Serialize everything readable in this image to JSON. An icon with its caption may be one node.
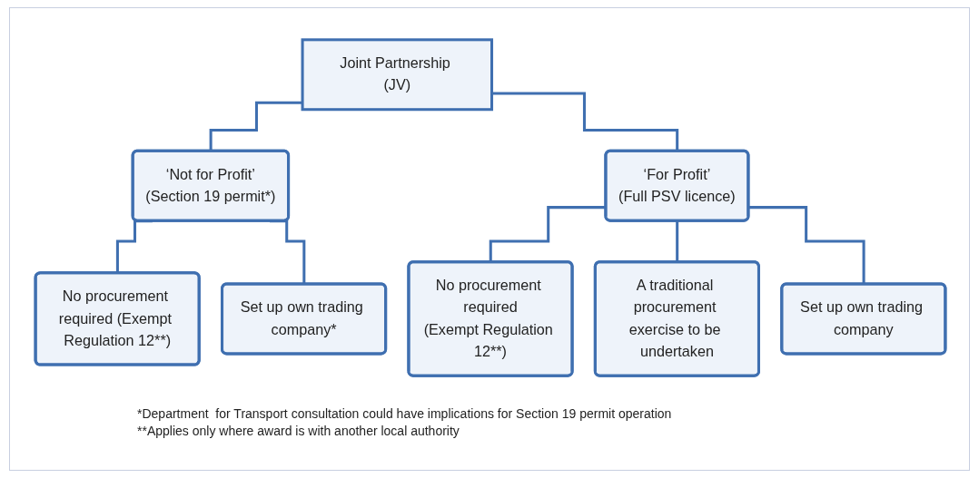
{
  "diagram": {
    "nodes": [
      {
        "text": [
          "Joint Partnership (JV)"
        ]
      },
      {
        "text": [
          "‘Not for Profit’",
          "(Section 19 permit*)"
        ]
      },
      {
        "text": [
          "‘For Profit’",
          "(Full PSV licence)"
        ]
      },
      {
        "text": [
          "No procurement required (Exempt Regulation 12**)"
        ]
      },
      {
        "text": [
          "Set up own trading company*"
        ]
      },
      {
        "text": [
          "No procurement required",
          "(Exempt Regulation 12**)"
        ]
      },
      {
        "text": [
          "A traditional procurement exercise to be undertaken"
        ]
      },
      {
        "text": [
          "Set up own trading company"
        ]
      }
    ],
    "edges": [
      {
        "from": 0,
        "to": 1,
        "arrow": "none"
      },
      {
        "from": 0,
        "to": 2,
        "arrow": "none"
      },
      {
        "from": 1,
        "to": 3,
        "arrow": "none"
      },
      {
        "from": 1,
        "to": 4,
        "arrow": "none"
      },
      {
        "from": 2,
        "to": 5,
        "arrow": "none"
      },
      {
        "from": 2,
        "to": 6,
        "arrow": "none"
      },
      {
        "from": 2,
        "to": 7,
        "arrow": "none"
      }
    ],
    "labels": [
      "*Department  for Transport consultation could have implications for Section 19 permit operation",
      "**Applies only where award is with another local authority"
    ]
  }
}
